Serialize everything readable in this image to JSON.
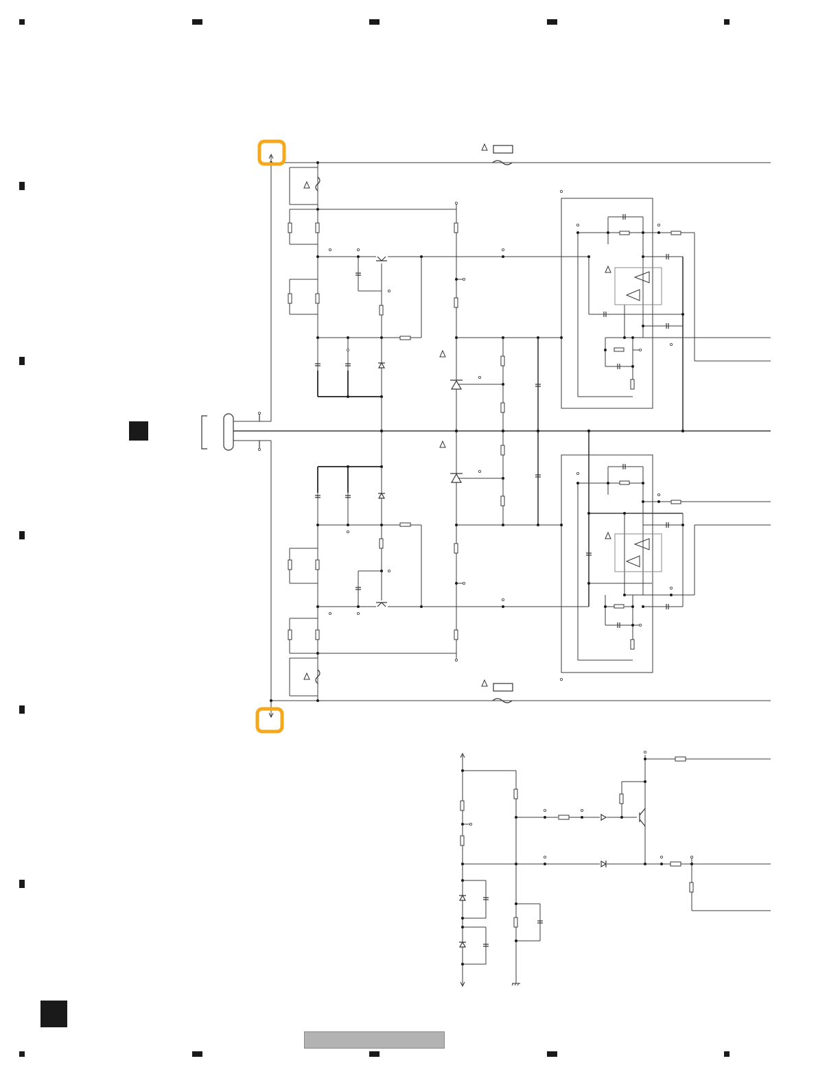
{
  "page": {
    "background": "#ffffff"
  },
  "colors": {
    "wire": "#3a3a3a",
    "component": "#333333",
    "marker": "#1a1a1a",
    "highlight": "#f5a81c",
    "footer_bar": "#b3b3b3",
    "ic_outline": "#888888"
  },
  "icons": {
    "safety_warning": "triangle-warning-icon",
    "fuse": "fuse-icon",
    "highlight_box": "rounded-square-highlight-icon"
  },
  "schematic": {
    "highlights": [
      "top-rail-connection",
      "bottom-rail-connection"
    ],
    "fuses": [
      "top-rail-fuse",
      "bottom-rail-fuse"
    ],
    "ic_count": 2,
    "zener_count": 2
  }
}
